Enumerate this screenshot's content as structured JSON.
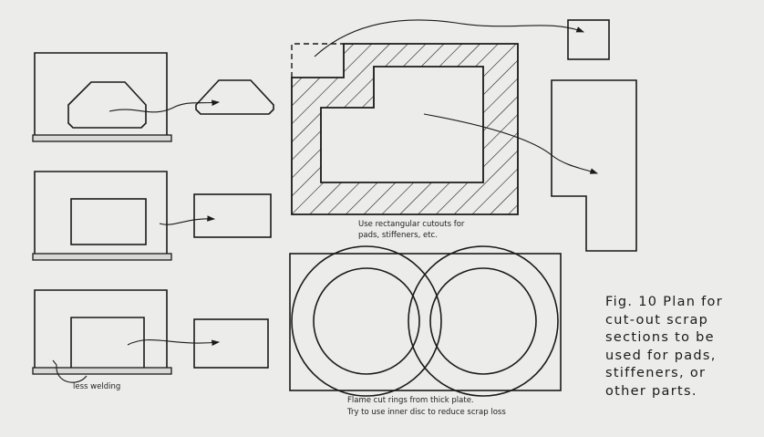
{
  "figure": {
    "caption_lines": [
      "Fig. 10  Plan for",
      "cut-out  scrap",
      "sections to be",
      "used  for pads,",
      "stiffeners,  or",
      "other parts."
    ],
    "labels": {
      "less_welding": "less welding",
      "rect_cutouts_line1": "Use rectangular cutouts for",
      "rect_cutouts_line2": "pads, stiffeners, etc.",
      "rings_line1": "Flame cut rings from thick plate.",
      "rings_line2": "Try to use inner disc to reduce scrap loss"
    }
  }
}
